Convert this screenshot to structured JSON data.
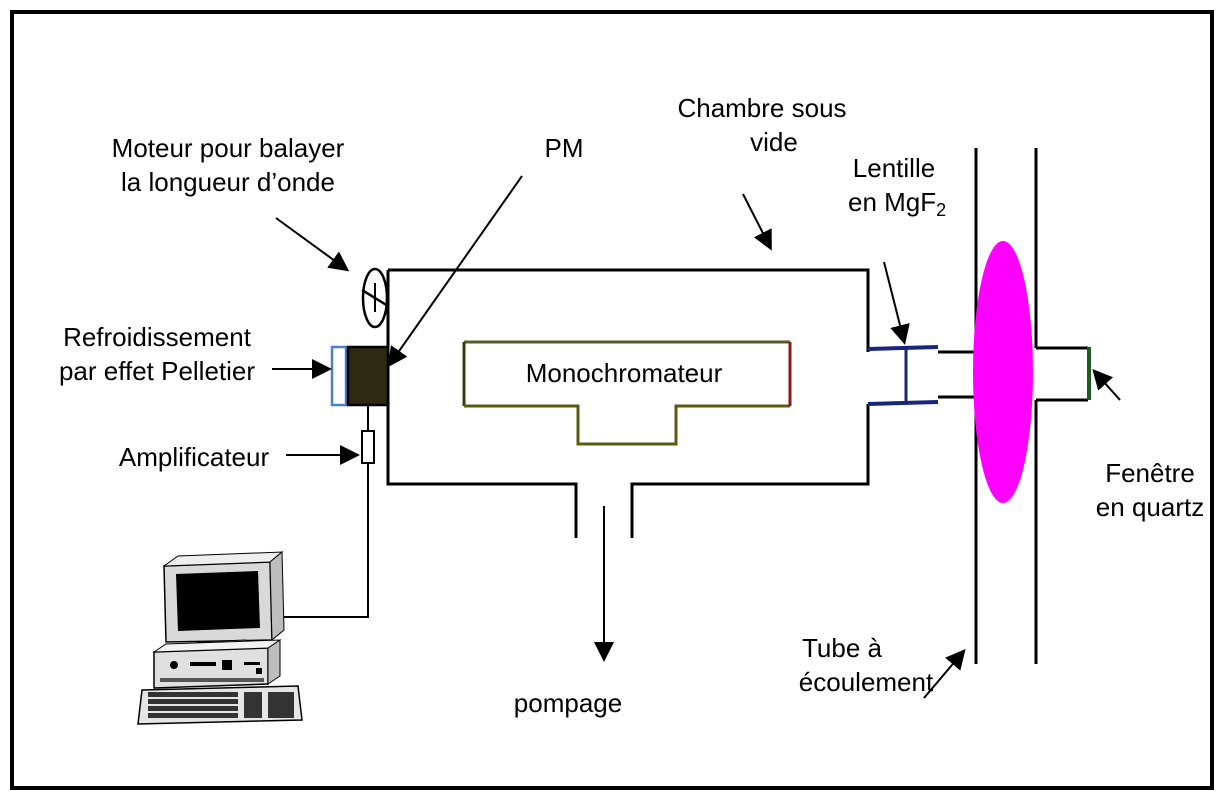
{
  "labels": {
    "motor_line1": "Moteur pour balayer",
    "motor_line2": "la longueur d’onde",
    "pm": "PM",
    "chamber_line1": "Chambre sous",
    "chamber_line2": "vide",
    "lens_line1": "Lentille",
    "lens_line2_prefix": "en MgF",
    "lens_line2_sub": "2",
    "cooling_line1": "Refroidissement",
    "cooling_line2": "par effet Pelletier",
    "monochromator": "Monochromateur",
    "amplifier": "Amplificateur",
    "window_line1": "Fenêtre",
    "window_line2": "en quartz",
    "pumping": "pompage",
    "tube_line1": "Tube à",
    "tube_line2": "écoulement"
  },
  "colors": {
    "line": "#000000",
    "cooling": "#4a7fd4",
    "pm_block": "#2e2a12",
    "lens": "#1a237e",
    "plasma": "#ff00ff",
    "window": "#1b5e20",
    "mono_left": "#5a5a00",
    "mono_right": "#8b1a1a"
  },
  "icons": {
    "computer": "computer-icon",
    "motor": "motor-icon"
  }
}
